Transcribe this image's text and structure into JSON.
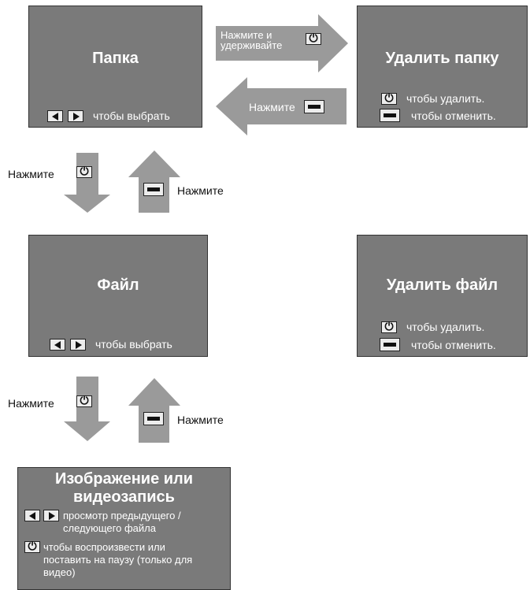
{
  "screens": {
    "folder": {
      "title": "Папка",
      "hint": "чтобы выбрать"
    },
    "delete_folder": {
      "title": "Удалить папку",
      "delete_text": "чтобы удалить.",
      "cancel_text": "чтобы отменить."
    },
    "file": {
      "title": "Файл",
      "hint": "чтобы выбрать"
    },
    "delete_file": {
      "title": "Удалить файл",
      "delete_text": "чтобы удалить.",
      "cancel_text": "чтобы отменить."
    },
    "media": {
      "title_line1": "Изображение или",
      "title_line2": "видеозапись",
      "nav_line1": "просмотр предыдущего /",
      "nav_line2": "следующего файла",
      "play_line1": "чтобы воспроизвести или",
      "play_line2": "поставить на паузу (только для",
      "play_line3": "видео)"
    }
  },
  "arrows": {
    "to_delete_line1": "Нажмите и",
    "to_delete_line2": "удерживайте",
    "back_from_delete": "Нажмите",
    "down_1": "Нажмите",
    "up_1": "Нажмите",
    "down_2": "Нажмите",
    "up_2": "Нажмите"
  },
  "colors": {
    "screen_bg": "#7a7a7a",
    "arrow_fill": "#9a9a9a"
  },
  "icons": [
    "left-arrow-key-icon",
    "right-arrow-key-icon",
    "power-button-icon",
    "menu-button-icon"
  ]
}
